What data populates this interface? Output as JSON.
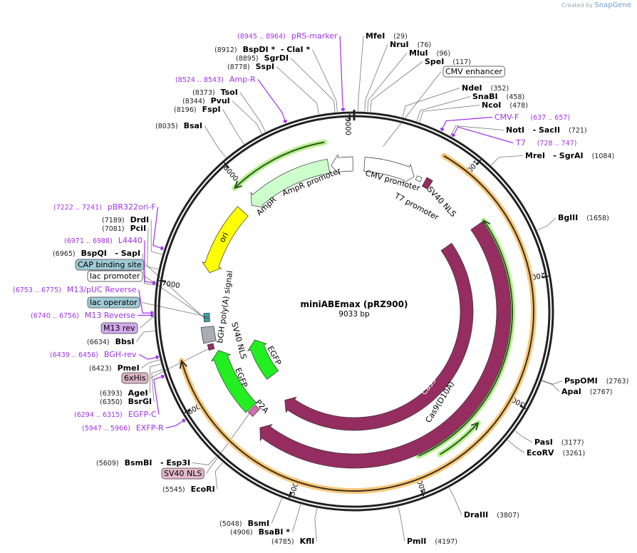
{
  "app": {
    "credit": "Created by",
    "brand": "SnapGene"
  },
  "plasmid": {
    "name": "miniABEmax (pRZ900)",
    "length": "9033 bp",
    "total_bp": 9033
  },
  "ticks": [
    "1000",
    "2000",
    "3000",
    "4000",
    "5000",
    "6000",
    "7000",
    "8000",
    "9000"
  ],
  "sites": [
    {
      "name": "MfeI",
      "pos": "(29)",
      "bp": 29,
      "type": "enzyme"
    },
    {
      "name": "NruI",
      "pos": "(76)",
      "bp": 76,
      "type": "enzyme"
    },
    {
      "name": "MluI",
      "pos": "(96)",
      "bp": 96,
      "type": "enzyme"
    },
    {
      "name": "SpeI",
      "pos": "(117)",
      "bp": 117,
      "type": "enzyme"
    },
    {
      "name": "CMV enhancer",
      "type": "box",
      "fill": "#ffffff"
    },
    {
      "name": "NdeI",
      "pos": "(352)",
      "bp": 352,
      "type": "enzyme"
    },
    {
      "name": "SnaBI",
      "pos": "(458)",
      "bp": 458,
      "type": "enzyme"
    },
    {
      "name": "NcoI",
      "pos": "(478)",
      "bp": 478,
      "type": "enzyme"
    },
    {
      "name": "CMV-F",
      "pos": "(637 .. 657)",
      "bp": 647,
      "type": "primer"
    },
    {
      "name": "NotI   - SacII",
      "pos": "(721)",
      "bp": 721,
      "type": "enzyme"
    },
    {
      "name": "T7",
      "pos": "(728 .. 747)",
      "bp": 737,
      "type": "primer"
    },
    {
      "name": "MreI   - SgrAI",
      "pos": "(1084)",
      "bp": 1084,
      "type": "enzyme"
    },
    {
      "name": "BglII",
      "pos": "(1658)",
      "bp": 1658,
      "type": "enzyme"
    },
    {
      "name": "PspOMI",
      "pos": "(2763)",
      "bp": 2763,
      "type": "enzyme"
    },
    {
      "name": "ApaI",
      "pos": "(2767)",
      "bp": 2767,
      "type": "enzyme"
    },
    {
      "name": "PasI",
      "pos": "(3177)",
      "bp": 3177,
      "type": "enzyme"
    },
    {
      "name": "EcoRV",
      "pos": "(3261)",
      "bp": 3261,
      "type": "enzyme"
    },
    {
      "name": "DraIII",
      "pos": "(3807)",
      "bp": 3807,
      "type": "enzyme"
    },
    {
      "name": "PmlI",
      "pos": "(4197)",
      "bp": 4197,
      "type": "enzyme"
    },
    {
      "name": "KflI",
      "pos": "(4785)",
      "bp": 4785,
      "type": "enzyme"
    },
    {
      "name": "BsaBI *",
      "pos": "(4906)",
      "bp": 4906,
      "type": "enzyme"
    },
    {
      "name": "BsmI",
      "pos": "(5048)",
      "bp": 5048,
      "type": "enzyme"
    },
    {
      "name": "EcoRI",
      "pos": "(5545)",
      "bp": 5545,
      "type": "enzyme"
    },
    {
      "name": "SV40 NLS",
      "type": "box",
      "fill": "#e3b8c8"
    },
    {
      "name": "BsmBI   - Esp3I",
      "pos": "(5609)",
      "bp": 5609,
      "type": "enzyme"
    },
    {
      "name": "EXFP-R",
      "pos": "(5947 .. 5966)",
      "bp": 5956,
      "type": "primer"
    },
    {
      "name": "EGFP-C",
      "pos": "(6294 .. 6315)",
      "bp": 6304,
      "type": "primer"
    },
    {
      "name": "BsrGI",
      "pos": "(6350)",
      "bp": 6350,
      "type": "enzyme"
    },
    {
      "name": "AgeI",
      "pos": "(6393)",
      "bp": 6393,
      "type": "enzyme"
    },
    {
      "name": "6xHis",
      "type": "box",
      "fill": "#dcb4c4"
    },
    {
      "name": "PmeI",
      "pos": "(6423)",
      "bp": 6423,
      "type": "enzyme"
    },
    {
      "name": "BGH-rev",
      "pos": "(6439 .. 6456)",
      "bp": 6447,
      "type": "primer"
    },
    {
      "name": "BbsI",
      "pos": "(6634)",
      "bp": 6634,
      "type": "enzyme"
    },
    {
      "name": "M13 rev",
      "type": "box",
      "fill": "#d4a8ec"
    },
    {
      "name": "M13 Reverse",
      "pos": "(6740 .. 6756)",
      "bp": 6748,
      "type": "primer"
    },
    {
      "name": "lac operator",
      "type": "box",
      "fill": "#9ecbd6"
    },
    {
      "name": "M13/pUC Reverse",
      "pos": "(6753 .. 6775)",
      "bp": 6764,
      "type": "primer"
    },
    {
      "name": "lac promoter",
      "type": "box",
      "fill": "#ffffff"
    },
    {
      "name": "CAP binding site",
      "type": "box",
      "fill": "#9ecbd6"
    },
    {
      "name": "BspQI   - SapI",
      "pos": "(6965)",
      "bp": 6965,
      "type": "enzyme"
    },
    {
      "name": "L4440",
      "pos": "(6971 .. 6988)",
      "bp": 6979,
      "type": "primer"
    },
    {
      "name": "PciI",
      "pos": "(7081)",
      "bp": 7081,
      "type": "enzyme"
    },
    {
      "name": "DrdI",
      "pos": "(7189)",
      "bp": 7189,
      "type": "enzyme"
    },
    {
      "name": "pBR322ori-F",
      "pos": "(7222 .. 7241)",
      "bp": 7231,
      "type": "primer"
    },
    {
      "name": "BsaI",
      "pos": "(8035)",
      "bp": 8035,
      "type": "enzyme"
    },
    {
      "name": "FspI",
      "pos": "(8196)",
      "bp": 8196,
      "type": "enzyme"
    },
    {
      "name": "PvuI",
      "pos": "(8344)",
      "bp": 8344,
      "type": "enzyme"
    },
    {
      "name": "TsoI",
      "pos": "(8373)",
      "bp": 8373,
      "type": "enzyme"
    },
    {
      "name": "Amp-R",
      "pos": "(8524 .. 8543)",
      "bp": 8533,
      "type": "primer"
    },
    {
      "name": "SspI",
      "pos": "(8778)",
      "bp": 8778,
      "type": "enzyme"
    },
    {
      "name": "SgrDI",
      "pos": "(8895)",
      "bp": 8895,
      "type": "enzyme"
    },
    {
      "name": "BspDI *  - ClaI *",
      "pos": "(8912)",
      "bp": 8912,
      "type": "enzyme"
    },
    {
      "name": "pRS-marker",
      "pos": "(8945 .. 8964)",
      "bp": 8954,
      "type": "primer"
    }
  ],
  "features": [
    {
      "label": "Cas9(D10A)",
      "color": "#962d60"
    },
    {
      "label": "Cas9",
      "color": "#962d60"
    },
    {
      "label": "CMV promoter",
      "color": "#ffffff"
    },
    {
      "label": "T7 promoter",
      "color": "#ffffff"
    },
    {
      "label": "SV40 NLS",
      "color": "#962d60"
    },
    {
      "label": "AmpR promoter",
      "color": "#ffffff"
    },
    {
      "label": "AmpR",
      "color": "#ccffcc"
    },
    {
      "label": "ori",
      "color": "#ffff00"
    },
    {
      "label": "bGH poly(A) signal",
      "color": "#a9adb3"
    },
    {
      "label": "SV40 NLS",
      "color": "#962d60"
    },
    {
      "label": "EGFP",
      "color": "#22ee22"
    },
    {
      "label": "EGFP",
      "color": "#22ee22"
    },
    {
      "label": "P2A",
      "color": "#d070a8"
    }
  ],
  "colors": {
    "primer": "#a030f0",
    "orf_band": "#f8c878",
    "green_band": "#b8f090",
    "ring": "#222222"
  }
}
